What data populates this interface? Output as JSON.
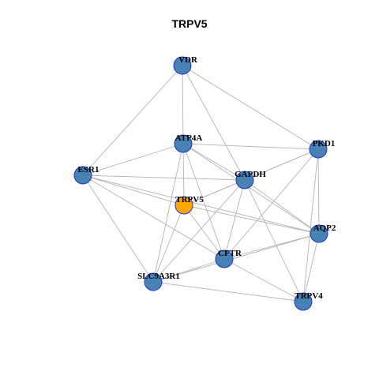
{
  "title": "TRPV5",
  "colors": {
    "node_default": "#4682b4",
    "node_highlight": "#ffa500",
    "node_border": "#2233cc",
    "edge": "#b3b3b3"
  },
  "nodes": [
    {
      "id": "VDR",
      "label": "VDR",
      "highlight": false
    },
    {
      "id": "ATP4A",
      "label": "ATP4A",
      "highlight": false
    },
    {
      "id": "PKD1",
      "label": "PKD1",
      "highlight": false
    },
    {
      "id": "ESR1",
      "label": "ESR1",
      "highlight": false
    },
    {
      "id": "GAPDH",
      "label": "GAPDH",
      "highlight": false
    },
    {
      "id": "TRPV5",
      "label": "TRPV5",
      "highlight": true
    },
    {
      "id": "AQP2",
      "label": "AQP2",
      "highlight": false
    },
    {
      "id": "CFTR",
      "label": "CFTR",
      "highlight": false
    },
    {
      "id": "SLC9A3R1",
      "label": "SLC9A3R1",
      "highlight": false
    },
    {
      "id": "TRPV4",
      "label": "TRPV4",
      "highlight": false
    }
  ],
  "edges": [
    [
      "VDR",
      "ATP4A"
    ],
    [
      "VDR",
      "PKD1"
    ],
    [
      "VDR",
      "ESR1"
    ],
    [
      "VDR",
      "GAPDH"
    ],
    [
      "ATP4A",
      "PKD1"
    ],
    [
      "ATP4A",
      "ESR1"
    ],
    [
      "ATP4A",
      "GAPDH"
    ],
    [
      "ATP4A",
      "TRPV5"
    ],
    [
      "ATP4A",
      "AQP2"
    ],
    [
      "ATP4A",
      "CFTR"
    ],
    [
      "ATP4A",
      "SLC9A3R1"
    ],
    [
      "PKD1",
      "GAPDH"
    ],
    [
      "PKD1",
      "AQP2"
    ],
    [
      "PKD1",
      "TRPV4"
    ],
    [
      "PKD1",
      "CFTR"
    ],
    [
      "PKD1",
      "TRPV5"
    ],
    [
      "ESR1",
      "GAPDH"
    ],
    [
      "ESR1",
      "TRPV5"
    ],
    [
      "ESR1",
      "CFTR"
    ],
    [
      "ESR1",
      "SLC9A3R1"
    ],
    [
      "ESR1",
      "AQP2"
    ],
    [
      "GAPDH",
      "TRPV5"
    ],
    [
      "GAPDH",
      "AQP2"
    ],
    [
      "GAPDH",
      "CFTR"
    ],
    [
      "GAPDH",
      "TRPV4"
    ],
    [
      "GAPDH",
      "SLC9A3R1"
    ],
    [
      "TRPV5",
      "CFTR"
    ],
    [
      "TRPV5",
      "SLC9A3R1"
    ],
    [
      "TRPV5",
      "AQP2"
    ],
    [
      "AQP2",
      "CFTR"
    ],
    [
      "AQP2",
      "TRPV4"
    ],
    [
      "AQP2",
      "SLC9A3R1"
    ],
    [
      "CFTR",
      "TRPV4"
    ],
    [
      "CFTR",
      "SLC9A3R1"
    ],
    [
      "SLC9A3R1",
      "TRPV4"
    ]
  ]
}
